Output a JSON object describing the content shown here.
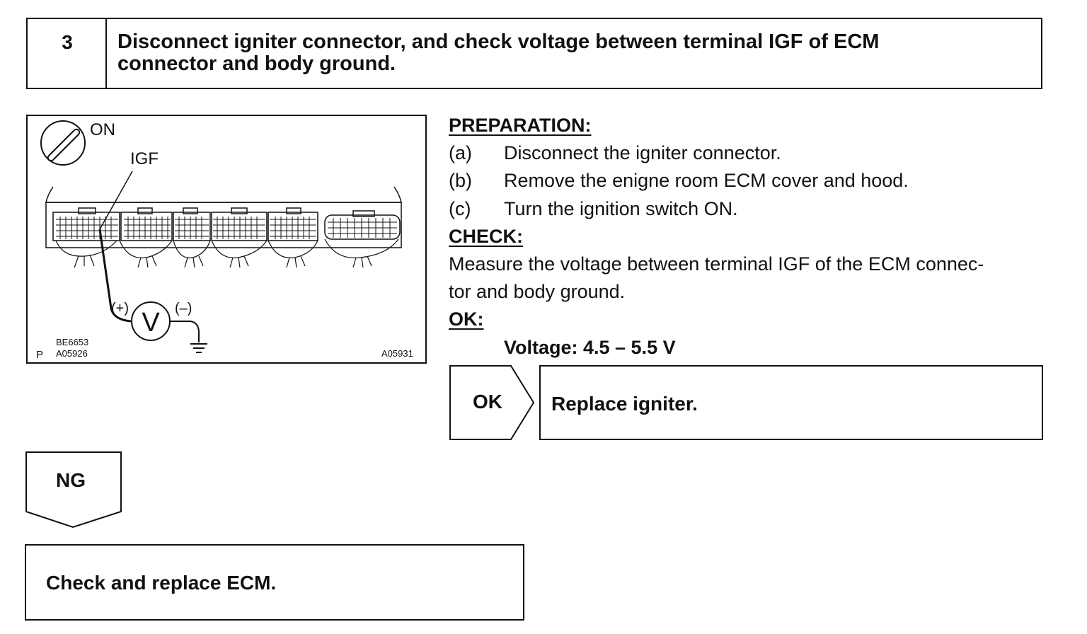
{
  "step": {
    "number": "3",
    "title_line1": "Disconnect igniter connector, and check voltage between terminal IGF of ECM",
    "title_line2": "connector and body ground."
  },
  "figure": {
    "ignition_label": "ON",
    "terminal_label": "IGF",
    "meter_symbol": "V",
    "positive_label": "(+)",
    "negative_label": "(–)",
    "code_top": "BE6653",
    "code_p": "P",
    "code_bottom": "A05926",
    "code_right": "A05931"
  },
  "preparation": {
    "heading": "PREPARATION:",
    "items": [
      {
        "letter": "(a)",
        "text": "Disconnect the igniter connector."
      },
      {
        "letter": "(b)",
        "text": "Remove the enigne room ECM cover and hood."
      },
      {
        "letter": "(c)",
        "text": "Turn the ignition switch ON."
      }
    ]
  },
  "check": {
    "heading": "CHECK:",
    "line1": "Measure the voltage between terminal IGF of the ECM connec-",
    "line2": "tor and body ground."
  },
  "ok_spec": {
    "heading": "OK:",
    "value": "Voltage: 4.5 – 5.5 V"
  },
  "ok_branch": {
    "label": "OK",
    "action": "Replace igniter."
  },
  "ng_branch": {
    "label": "NG",
    "action": "Check and replace ECM."
  }
}
